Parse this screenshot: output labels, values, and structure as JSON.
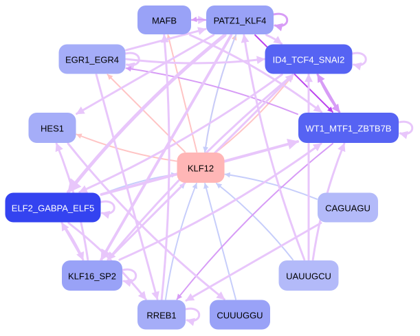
{
  "graph": {
    "type": "directed-network",
    "colors": {
      "edge_purple_light": "#e8c6fb",
      "edge_purple_mid": "#d79cf6",
      "edge_purple_dark": "#bb44ee",
      "edge_pink": "#ffc4c4",
      "edge_blue": "#c6cdfb"
    },
    "nodes": [
      {
        "id": "MAFB",
        "label": "MAFB",
        "fill": "#99a2f7",
        "text": "#000000"
      },
      {
        "id": "PATZ1_KLF4",
        "label": "PATZ1_KLF4",
        "fill": "#99a2f7",
        "text": "#000000"
      },
      {
        "id": "EGR1_EGR4",
        "label": "EGR1_EGR4",
        "fill": "#a5adf8",
        "text": "#000000"
      },
      {
        "id": "ID4_TCF4_SNAI2",
        "label": "ID4_TCF4_SNAI2",
        "fill": "#5663f3",
        "text": "#ffffff"
      },
      {
        "id": "HES1",
        "label": "HES1",
        "fill": "#a5adf8",
        "text": "#000000"
      },
      {
        "id": "WT1_MTF1_ZBTB7B",
        "label": "WT1_MTF1_ZBTB7B",
        "fill": "#5663f3",
        "text": "#ffffff"
      },
      {
        "id": "KLF12",
        "label": "KLF12",
        "fill": "#ffb6b6",
        "text": "#000000"
      },
      {
        "id": "ELF2_GABPA_ELF5",
        "label": "ELF2_GABPA_ELF5",
        "fill": "#3443f0",
        "text": "#ffffff"
      },
      {
        "id": "CAGUAGU",
        "label": "CAGUAGU",
        "fill": "#b3baf9",
        "text": "#000000"
      },
      {
        "id": "KLF16_SP2",
        "label": "KLF16_SP2",
        "fill": "#99a2f7",
        "text": "#000000"
      },
      {
        "id": "UAUUGCU",
        "label": "UAUUGCU",
        "fill": "#b3baf9",
        "text": "#000000"
      },
      {
        "id": "RREB1",
        "label": "RREB1",
        "fill": "#a5adf8",
        "text": "#000000"
      },
      {
        "id": "CUUUGGU",
        "label": "CUUUGGU",
        "fill": "#99a2f7",
        "text": "#000000"
      }
    ],
    "edges": [
      {
        "from": "MAFB",
        "to": "PATZ1_KLF4",
        "color": "edge_purple_light",
        "weight": 3
      },
      {
        "from": "PATZ1_KLF4",
        "to": "MAFB",
        "color": "edge_purple_mid",
        "weight": 2
      },
      {
        "from": "PATZ1_KLF4",
        "to": "PATZ1_KLF4",
        "color": "edge_purple_mid",
        "weight": 3
      },
      {
        "from": "KLF12",
        "to": "MAFB",
        "color": "edge_pink",
        "weight": 2
      },
      {
        "from": "KLF12",
        "to": "PATZ1_KLF4",
        "color": "edge_pink",
        "weight": 2
      },
      {
        "from": "PATZ1_KLF4",
        "to": "KLF12",
        "color": "edge_blue",
        "weight": 2
      },
      {
        "from": "KLF12",
        "to": "EGR1_EGR4",
        "color": "edge_pink",
        "weight": 2
      },
      {
        "from": "KLF12",
        "to": "ID4_TCF4_SNAI2",
        "color": "edge_pink",
        "weight": 2
      },
      {
        "from": "KLF12",
        "to": "HES1",
        "color": "edge_pink",
        "weight": 2
      },
      {
        "from": "KLF12",
        "to": "WT1_MTF1_ZBTB7B",
        "color": "edge_pink",
        "weight": 2
      },
      {
        "from": "ELF2_GABPA_ELF5",
        "to": "KLF12",
        "color": "edge_blue",
        "weight": 2
      },
      {
        "from": "CAGUAGU",
        "to": "KLF12",
        "color": "edge_blue",
        "weight": 2
      },
      {
        "from": "KLF16_SP2",
        "to": "KLF12",
        "color": "edge_blue",
        "weight": 2
      },
      {
        "from": "UAUUGCU",
        "to": "KLF12",
        "color": "edge_blue",
        "weight": 2
      },
      {
        "from": "RREB1",
        "to": "KLF12",
        "color": "edge_blue",
        "weight": 2
      },
      {
        "from": "CUUUGGU",
        "to": "KLF12",
        "color": "edge_blue",
        "weight": 2
      },
      {
        "from": "EGR1_EGR4",
        "to": "EGR1_EGR4",
        "color": "edge_purple_light",
        "weight": 3
      },
      {
        "from": "EGR1_EGR4",
        "to": "ID4_TCF4_SNAI2",
        "color": "edge_purple_light",
        "weight": 3
      },
      {
        "from": "EGR1_EGR4",
        "to": "PATZ1_KLF4",
        "color": "edge_purple_light",
        "weight": 3
      },
      {
        "from": "WT1_MTF1_ZBTB7B",
        "to": "EGR1_EGR4",
        "color": "edge_purple_mid",
        "weight": 2
      },
      {
        "from": "PATZ1_KLF4",
        "to": "ID4_TCF4_SNAI2",
        "color": "edge_purple_light",
        "weight": 3
      },
      {
        "from": "PATZ1_KLF4",
        "to": "WT1_MTF1_ZBTB7B",
        "color": "edge_purple_dark",
        "weight": 2
      },
      {
        "from": "ID4_TCF4_SNAI2",
        "to": "ID4_TCF4_SNAI2",
        "color": "edge_purple_light",
        "weight": 3
      },
      {
        "from": "ID4_TCF4_SNAI2",
        "to": "WT1_MTF1_ZBTB7B",
        "color": "edge_purple_mid",
        "weight": 3
      },
      {
        "from": "WT1_MTF1_ZBTB7B",
        "to": "ID4_TCF4_SNAI2",
        "color": "edge_purple_mid",
        "weight": 3
      },
      {
        "from": "WT1_MTF1_ZBTB7B",
        "to": "WT1_MTF1_ZBTB7B",
        "color": "edge_purple_light",
        "weight": 3
      },
      {
        "from": "MAFB",
        "to": "WT1_MTF1_ZBTB7B",
        "color": "edge_purple_light",
        "weight": 3
      },
      {
        "from": "PATZ1_KLF4",
        "to": "HES1",
        "color": "edge_purple_light",
        "weight": 3
      },
      {
        "from": "ID4_TCF4_SNAI2",
        "to": "ELF2_GABPA_ELF5",
        "color": "edge_purple_light",
        "weight": 3
      },
      {
        "from": "PATZ1_KLF4",
        "to": "ELF2_GABPA_ELF5",
        "color": "edge_purple_light",
        "weight": 5
      },
      {
        "from": "ELF2_GABPA_ELF5",
        "to": "WT1_MTF1_ZBTB7B",
        "color": "edge_purple_light",
        "weight": 4
      },
      {
        "from": "ELF2_GABPA_ELF5",
        "to": "ELF2_GABPA_ELF5",
        "color": "edge_purple_light",
        "weight": 3
      },
      {
        "from": "ELF2_GABPA_ELF5",
        "to": "KLF16_SP2",
        "color": "edge_purple_light",
        "weight": 3
      },
      {
        "from": "KLF16_SP2",
        "to": "ELF2_GABPA_ELF5",
        "color": "edge_purple_light",
        "weight": 3
      },
      {
        "from": "KLF16_SP2",
        "to": "KLF16_SP2",
        "color": "edge_purple_light",
        "weight": 3
      },
      {
        "from": "KLF16_SP2",
        "to": "HES1",
        "color": "edge_purple_light",
        "weight": 3
      },
      {
        "from": "PATZ1_KLF4",
        "to": "KLF16_SP2",
        "color": "edge_purple_light",
        "weight": 4
      },
      {
        "from": "ID4_TCF4_SNAI2",
        "to": "KLF16_SP2",
        "color": "edge_purple_light",
        "weight": 3
      },
      {
        "from": "ELF2_GABPA_ELF5",
        "to": "RREB1",
        "color": "edge_purple_light",
        "weight": 3
      },
      {
        "from": "EGR1_EGR4",
        "to": "RREB1",
        "color": "edge_purple_light",
        "weight": 3
      },
      {
        "from": "RREB1",
        "to": "RREB1",
        "color": "edge_purple_light",
        "weight": 3
      },
      {
        "from": "WT1_MTF1_ZBTB7B",
        "to": "RREB1",
        "color": "edge_purple_mid",
        "weight": 2
      },
      {
        "from": "CAGUAGU",
        "to": "RREB1",
        "color": "edge_purple_light",
        "weight": 3
      },
      {
        "from": "HES1",
        "to": "CUUUGGU",
        "color": "edge_purple_light",
        "weight": 3
      },
      {
        "from": "UAUUGCU",
        "to": "PATZ1_KLF4",
        "color": "edge_purple_light",
        "weight": 3
      },
      {
        "from": "UAUUGCU",
        "to": "ID4_TCF4_SNAI2",
        "color": "edge_purple_light",
        "weight": 3
      },
      {
        "from": "UAUUGCU",
        "to": "WT1_MTF1_ZBTB7B",
        "color": "edge_purple_light",
        "weight": 3
      },
      {
        "from": "KLF16_SP2",
        "to": "WT1_MTF1_ZBTB7B",
        "color": "edge_purple_light",
        "weight": 3
      },
      {
        "from": "KLF16_SP2",
        "to": "ID4_TCF4_SNAI2",
        "color": "edge_purple_light",
        "weight": 3
      },
      {
        "from": "RREB1",
        "to": "MAFB",
        "color": "edge_purple_light",
        "weight": 3
      }
    ]
  }
}
